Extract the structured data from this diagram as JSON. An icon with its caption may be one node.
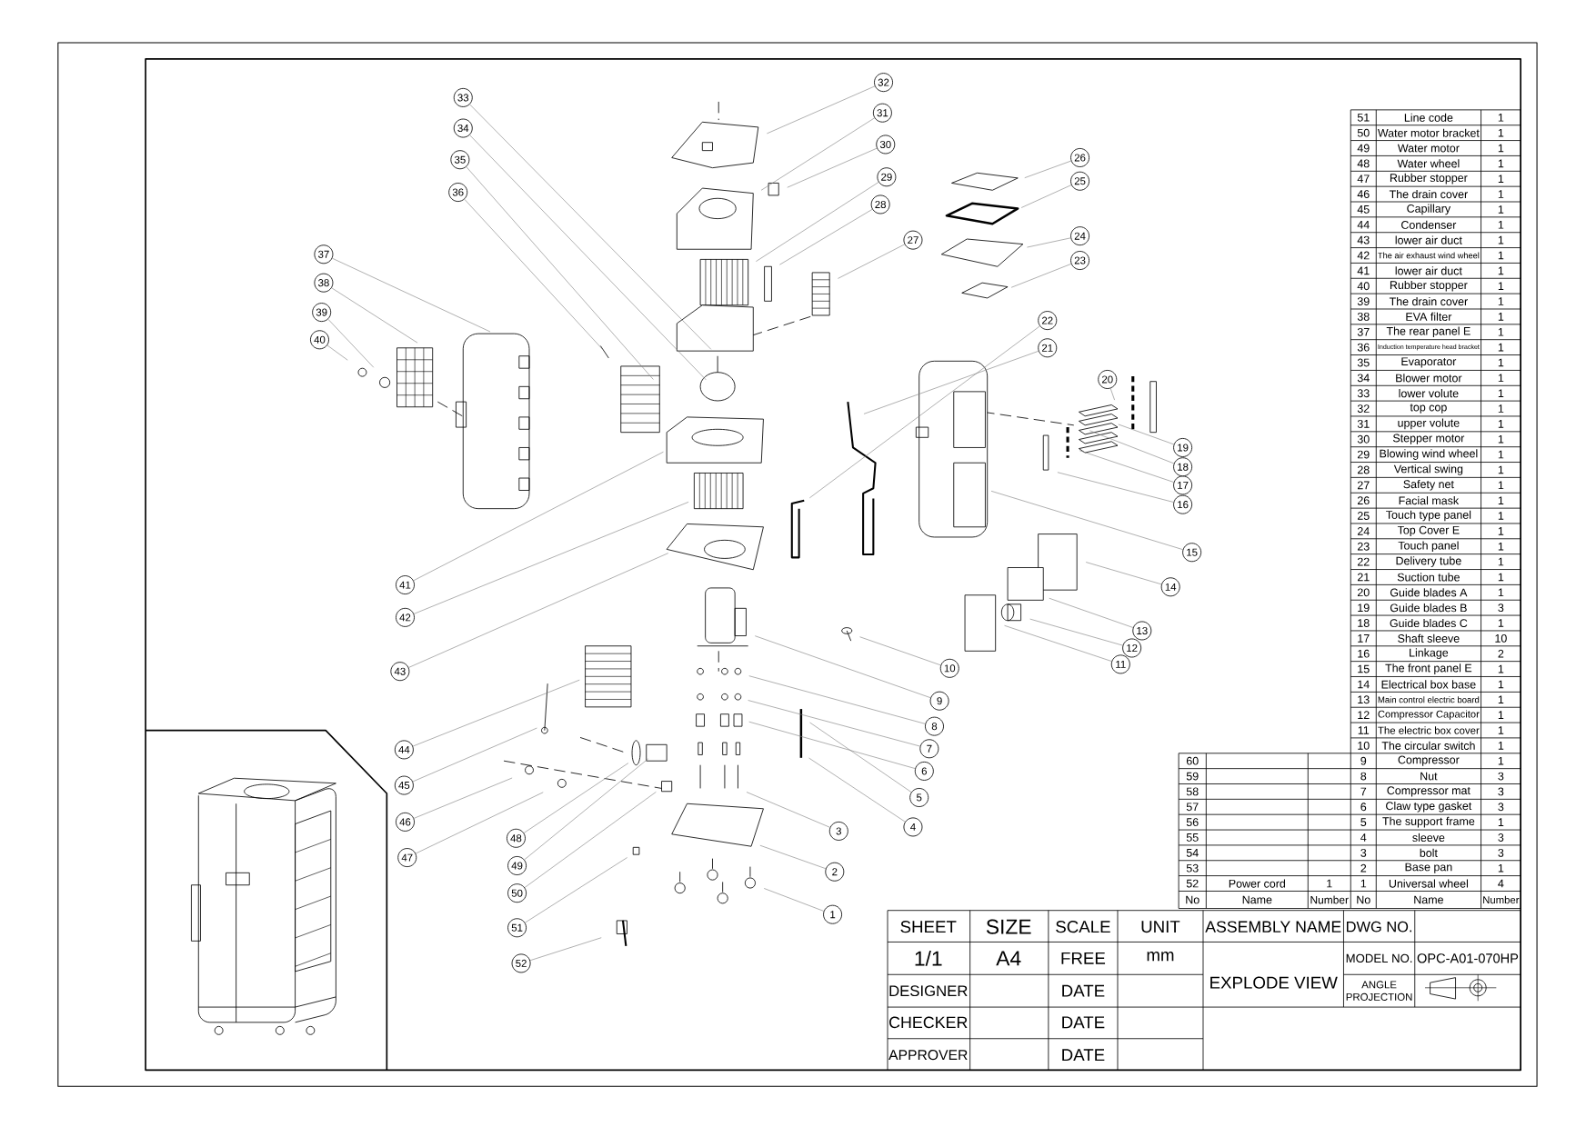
{
  "diagram": {
    "nodes": [
      {
        "text": [
          "1"
        ]
      },
      {
        "text": [
          "2"
        ]
      },
      {
        "text": [
          "3"
        ]
      },
      {
        "text": [
          "4"
        ]
      },
      {
        "text": [
          "5"
        ]
      },
      {
        "text": [
          "6"
        ]
      },
      {
        "text": [
          "7"
        ]
      },
      {
        "text": [
          "8"
        ]
      },
      {
        "text": [
          "9"
        ]
      },
      {
        "text": [
          "10"
        ]
      },
      {
        "text": [
          "11"
        ]
      },
      {
        "text": [
          "12"
        ]
      },
      {
        "text": [
          "13"
        ]
      },
      {
        "text": [
          "14"
        ]
      },
      {
        "text": [
          "15"
        ]
      },
      {
        "text": [
          "16"
        ]
      },
      {
        "text": [
          "17"
        ]
      },
      {
        "text": [
          "18"
        ]
      },
      {
        "text": [
          "19"
        ]
      },
      {
        "text": [
          "20"
        ]
      },
      {
        "text": [
          "21"
        ]
      },
      {
        "text": [
          "22"
        ]
      },
      {
        "text": [
          "23"
        ]
      },
      {
        "text": [
          "24"
        ]
      },
      {
        "text": [
          "25"
        ]
      },
      {
        "text": [
          "26"
        ]
      },
      {
        "text": [
          "27"
        ]
      },
      {
        "text": [
          "28"
        ]
      },
      {
        "text": [
          "29"
        ]
      },
      {
        "text": [
          "30"
        ]
      },
      {
        "text": [
          "31"
        ]
      },
      {
        "text": [
          "32"
        ]
      },
      {
        "text": [
          "33"
        ]
      },
      {
        "text": [
          "34"
        ]
      },
      {
        "text": [
          "35"
        ]
      },
      {
        "text": [
          "36"
        ]
      },
      {
        "text": [
          "37"
        ]
      },
      {
        "text": [
          "38"
        ]
      },
      {
        "text": [
          "39"
        ]
      },
      {
        "text": [
          "40"
        ]
      },
      {
        "text": [
          "41"
        ]
      },
      {
        "text": [
          "42"
        ]
      },
      {
        "text": [
          "43"
        ]
      },
      {
        "text": [
          "44"
        ]
      },
      {
        "text": [
          "45"
        ]
      },
      {
        "text": [
          "46"
        ]
      },
      {
        "text": [
          "47"
        ]
      },
      {
        "text": [
          "48"
        ]
      },
      {
        "text": [
          "49"
        ]
      },
      {
        "text": [
          "50"
        ]
      },
      {
        "text": [
          "51"
        ]
      },
      {
        "text": [
          "52"
        ]
      }
    ],
    "edges": [
      {
        "from": 0,
        "to": null,
        "arrow": "none"
      },
      {
        "from": 1,
        "to": null,
        "arrow": "none"
      },
      {
        "from": 2,
        "to": null,
        "arrow": "none"
      },
      {
        "from": 3,
        "to": null,
        "arrow": "none"
      },
      {
        "from": 4,
        "to": null,
        "arrow": "none"
      },
      {
        "from": 5,
        "to": null,
        "arrow": "none"
      },
      {
        "from": 6,
        "to": null,
        "arrow": "none"
      },
      {
        "from": 7,
        "to": null,
        "arrow": "none"
      },
      {
        "from": 8,
        "to": null,
        "arrow": "none"
      },
      {
        "from": 9,
        "to": null,
        "arrow": "none"
      },
      {
        "from": 10,
        "to": null,
        "arrow": "none"
      },
      {
        "from": 11,
        "to": null,
        "arrow": "none"
      },
      {
        "from": 12,
        "to": null,
        "arrow": "none"
      },
      {
        "from": 13,
        "to": null,
        "arrow": "none"
      },
      {
        "from": 14,
        "to": null,
        "arrow": "none"
      },
      {
        "from": 15,
        "to": null,
        "arrow": "none"
      },
      {
        "from": 16,
        "to": null,
        "arrow": "none"
      },
      {
        "from": 17,
        "to": null,
        "arrow": "none"
      },
      {
        "from": 18,
        "to": null,
        "arrow": "none"
      },
      {
        "from": 19,
        "to": null,
        "arrow": "none"
      },
      {
        "from": 20,
        "to": null,
        "arrow": "none"
      },
      {
        "from": 21,
        "to": null,
        "arrow": "none"
      },
      {
        "from": 22,
        "to": null,
        "arrow": "none"
      },
      {
        "from": 23,
        "to": null,
        "arrow": "none"
      },
      {
        "from": 24,
        "to": null,
        "arrow": "none"
      },
      {
        "from": 25,
        "to": null,
        "arrow": "none"
      },
      {
        "from": 26,
        "to": null,
        "arrow": "none"
      },
      {
        "from": 27,
        "to": null,
        "arrow": "none"
      },
      {
        "from": 28,
        "to": null,
        "arrow": "none"
      },
      {
        "from": 29,
        "to": null,
        "arrow": "none"
      },
      {
        "from": 30,
        "to": null,
        "arrow": "none"
      },
      {
        "from": 31,
        "to": null,
        "arrow": "none"
      },
      {
        "from": 32,
        "to": null,
        "arrow": "none"
      },
      {
        "from": 33,
        "to": null,
        "arrow": "none"
      },
      {
        "from": 34,
        "to": null,
        "arrow": "none"
      },
      {
        "from": 35,
        "to": null,
        "arrow": "none"
      },
      {
        "from": 36,
        "to": null,
        "arrow": "none"
      },
      {
        "from": 37,
        "to": null,
        "arrow": "none"
      },
      {
        "from": 38,
        "to": null,
        "arrow": "none"
      },
      {
        "from": 39,
        "to": null,
        "arrow": "none"
      },
      {
        "from": 40,
        "to": null,
        "arrow": "none"
      },
      {
        "from": 41,
        "to": null,
        "arrow": "none"
      },
      {
        "from": 42,
        "to": null,
        "arrow": "none"
      },
      {
        "from": 43,
        "to": null,
        "arrow": "none"
      },
      {
        "from": 44,
        "to": null,
        "arrow": "none"
      },
      {
        "from": 45,
        "to": null,
        "arrow": "none"
      },
      {
        "from": 46,
        "to": null,
        "arrow": "none"
      },
      {
        "from": 47,
        "to": null,
        "arrow": "none"
      },
      {
        "from": 48,
        "to": null,
        "arrow": "none"
      },
      {
        "from": 49,
        "to": null,
        "arrow": "none"
      },
      {
        "from": 50,
        "to": null,
        "arrow": "none"
      },
      {
        "from": 51,
        "to": null,
        "arrow": "none"
      }
    ],
    "labels": [
      "51",
      "Line code",
      "1",
      "50",
      "Water motor bracket",
      "1",
      "49",
      "Water motor",
      "1",
      "48",
      "Water wheel",
      "1",
      "47",
      "Rubber stopper",
      "1",
      "46",
      "The drain cover",
      "1",
      "45",
      "Capillary",
      "1",
      "44",
      "Condenser",
      "1",
      "43",
      "lower air duct",
      "1",
      "42",
      "The air exhaust wind wheel",
      "1",
      "41",
      "lower air duct",
      "1",
      "40",
      "Rubber stopper",
      "1",
      "39",
      "The drain cover",
      "1",
      "38",
      "EVA filter",
      "1",
      "37",
      "The rear panel E",
      "1",
      "36",
      "Induction temperature head bracket",
      "1",
      "35",
      "Evaporator",
      "1",
      "34",
      "Blower motor",
      "1",
      "33",
      "lower volute",
      "1",
      "32",
      "top cop",
      "1",
      "31",
      "upper volute",
      "1",
      "30",
      "Stepper motor",
      "1",
      "29",
      "Blowing wind wheel",
      "1",
      "28",
      "Vertical swing",
      "1",
      "27",
      "Safety net",
      "1",
      "26",
      "Facial mask",
      "1",
      "25",
      "Touch type panel",
      "1",
      "24",
      "Top Cover E",
      "1",
      "23",
      "Touch panel",
      "1",
      "22",
      "Delivery tube",
      "1",
      "21",
      "Suction tube",
      "1",
      "20",
      "Guide blades A",
      "1",
      "19",
      "Guide blades B",
      "3",
      "18",
      "Guide blades C",
      "1",
      "17",
      "Shaft sleeve",
      "10",
      "16",
      "Linkage",
      "2",
      "15",
      "The front panel E",
      "1",
      "14",
      "Electrical box base",
      "1",
      "13",
      "Main control electric board",
      "1",
      "12",
      "Compressor Capacitor",
      "1",
      "11",
      "The electric box cover",
      "1",
      "10",
      "The circular switch",
      "1",
      "60",
      "9",
      "Compressor",
      "1",
      "59",
      "8",
      "Nut",
      "3",
      "58",
      "7",
      "Compressor mat",
      "3",
      "57",
      "6",
      "Claw type gasket",
      "3",
      "56",
      "5",
      "The support frame",
      "1",
      "55",
      "4",
      "sleeve",
      "3",
      "54",
      "3",
      "bolt",
      "3",
      "53",
      "2",
      "Base pan",
      "1",
      "52",
      "Power cord",
      "1",
      "1",
      "Universal wheel",
      "4",
      "No",
      "Name",
      "Number",
      "No",
      "Name",
      "Number",
      "SHEET",
      "SIZE",
      "SCALE",
      "UNIT",
      "ASSEMBLY NAME",
      "DWG NO.",
      "1/1",
      "A4",
      "FREE",
      "mm",
      "EXPLODE VIEW",
      "MODEL NO.",
      "OPC-A01-070HP",
      "DESIGNER",
      "DATE",
      "ANGLE PROJECTION",
      "CHECKER",
      "DATE",
      "APPROVER",
      "DATE"
    ]
  }
}
